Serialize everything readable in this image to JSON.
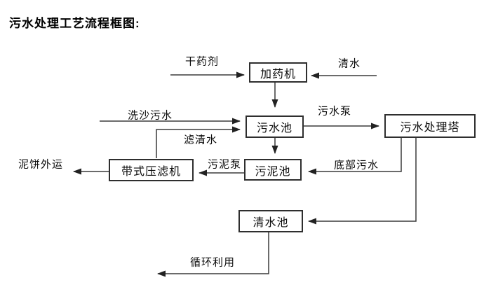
{
  "title": "污水处理工艺流程框图:",
  "nodes": {
    "dosing_machine": "加药机",
    "sewage_pool": "污水池",
    "treatment_tower": "污水处理塔",
    "sludge_pool": "污泥池",
    "belt_filter_press": "带式压滤机",
    "clean_water_pool": "清水池"
  },
  "flow_labels": {
    "dry_agent": "干药剂",
    "clean_water": "清水",
    "sand_washing_sewage": "洗沙污水",
    "sewage_pump": "污水泵",
    "filtered_water": "滤清水",
    "sludge_pump": "污泥泵",
    "bottom_sewage": "底部污水",
    "mud_cake_out": "泥饼外运",
    "recycle": "循环利用"
  },
  "edges": [
    {
      "from": "dry_agent_source",
      "to": "dosing_machine",
      "label": "干药剂"
    },
    {
      "from": "clean_water_source",
      "to": "dosing_machine",
      "label": "清水"
    },
    {
      "from": "dosing_machine",
      "to": "sewage_pool",
      "label": ""
    },
    {
      "from": "sand_washing_source",
      "to": "sewage_pool",
      "label": "洗沙污水"
    },
    {
      "from": "belt_filter_press",
      "to": "sewage_pool",
      "label": "滤清水"
    },
    {
      "from": "sewage_pool",
      "to": "treatment_tower",
      "label": "污水泵"
    },
    {
      "from": "sewage_pool",
      "to": "sludge_pool",
      "label": ""
    },
    {
      "from": "treatment_tower",
      "to": "sludge_pool",
      "label": "底部污水"
    },
    {
      "from": "sludge_pool",
      "to": "belt_filter_press",
      "label": "污泥泵"
    },
    {
      "from": "belt_filter_press",
      "to": "mud_cake_out",
      "label": "泥饼外运"
    },
    {
      "from": "treatment_tower",
      "to": "clean_water_pool",
      "label": ""
    },
    {
      "from": "clean_water_pool",
      "to": "recycle_out",
      "label": "循环利用"
    }
  ],
  "colors": {
    "line": "#3a3a3a",
    "text": "#000000",
    "background": "#ffffff"
  }
}
